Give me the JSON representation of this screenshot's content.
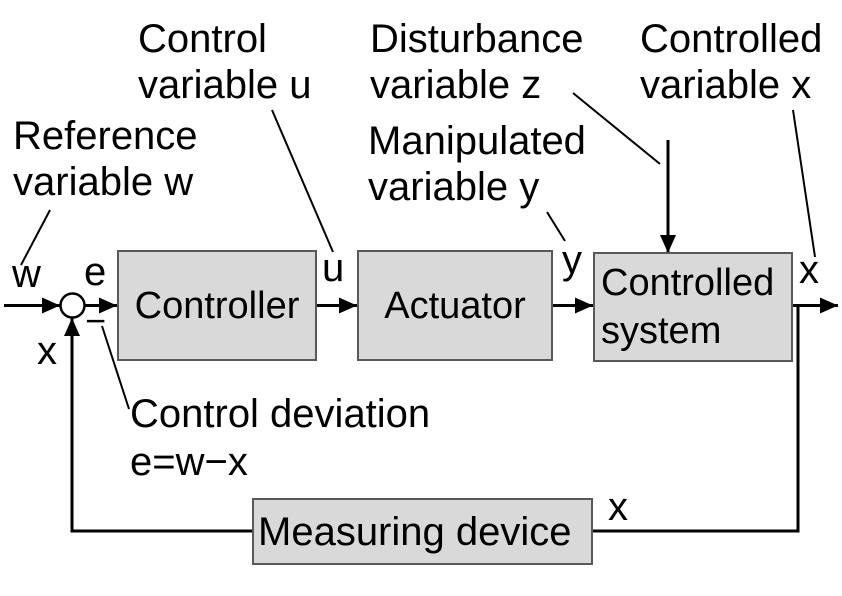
{
  "colors": {
    "background": "#ffffff",
    "block_fill": "#d9d9d9",
    "block_border": "#595959",
    "line": "#000000",
    "text": "#000000"
  },
  "blocks": {
    "controller": {
      "label": "Controller"
    },
    "actuator": {
      "label": "Actuator"
    },
    "controlled_system": {
      "line1": "Controlled",
      "line2": "system"
    },
    "measuring_device": {
      "label": "Measuring device"
    }
  },
  "annotations": {
    "reference": {
      "line1": "Reference",
      "line2": "variable w"
    },
    "control": {
      "line1": "Control",
      "line2": "variable u"
    },
    "disturbance": {
      "line1": "Disturbance",
      "line2": "variable z"
    },
    "controlled": {
      "line1": "Controlled",
      "line2": "variable x"
    },
    "manipulated": {
      "line1": "Manipulated",
      "line2": "variable y"
    },
    "deviation": {
      "line1": "Control deviation",
      "line2": "e=w−x"
    }
  },
  "signals": {
    "w": "w",
    "e": "e",
    "u": "u",
    "y": "y",
    "x_output": "x",
    "x_feedback": "x",
    "x_measured": "x",
    "minus": "−"
  }
}
